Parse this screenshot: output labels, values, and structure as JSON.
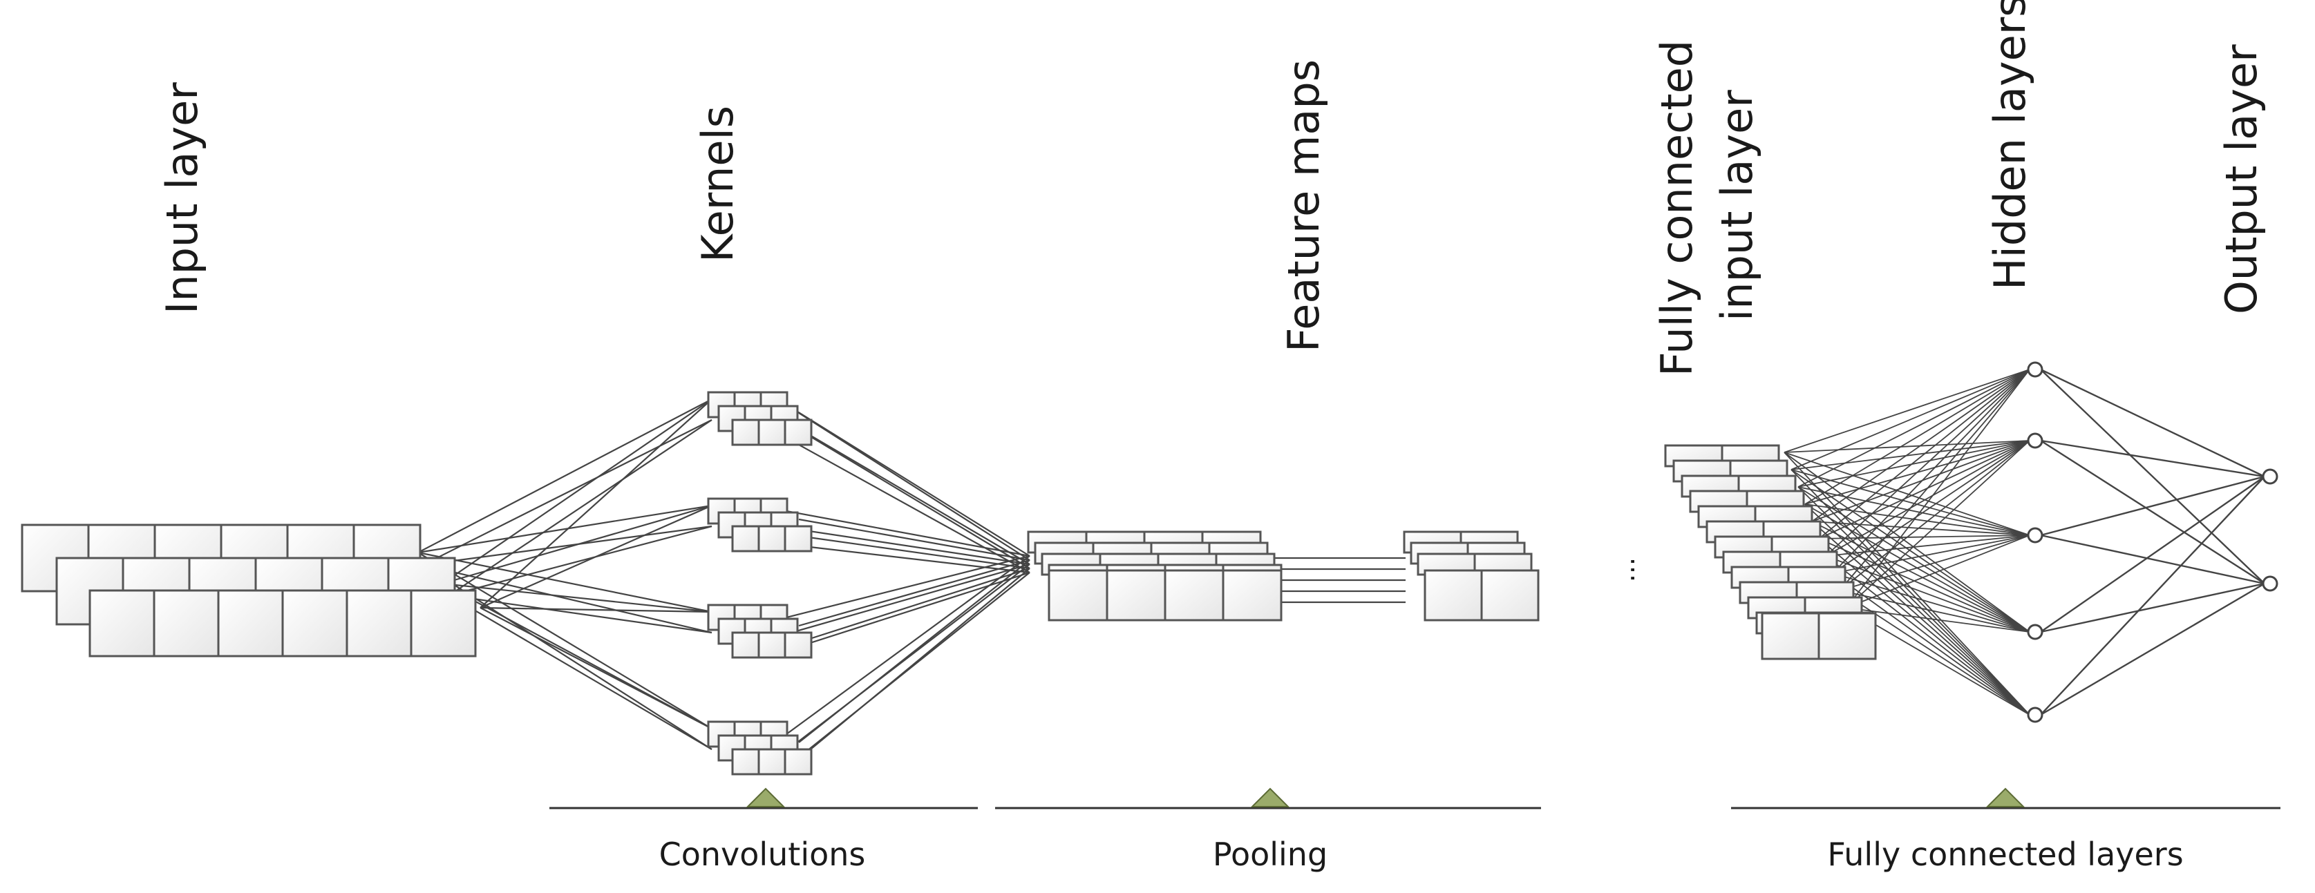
{
  "layer_labels": {
    "input_layer": "Input layer",
    "kernels": "Kernels",
    "feature_maps": "Feature maps",
    "fc_input_line1": "Fully connected",
    "fc_input_line2": "input layer",
    "hidden_layers": "Hidden layers",
    "output_layer": "Output layer"
  },
  "stage_labels": {
    "convolutions": "Convolutions",
    "pooling": "Pooling",
    "fully_connected": "Fully connected layers"
  },
  "continuation": "...",
  "colors": {
    "stroke": "#555555",
    "cell_fill": "#ffffff",
    "cell_shade": "#e9e9e9",
    "marker_fill": "#9aab6a",
    "baseline": "#333333"
  }
}
